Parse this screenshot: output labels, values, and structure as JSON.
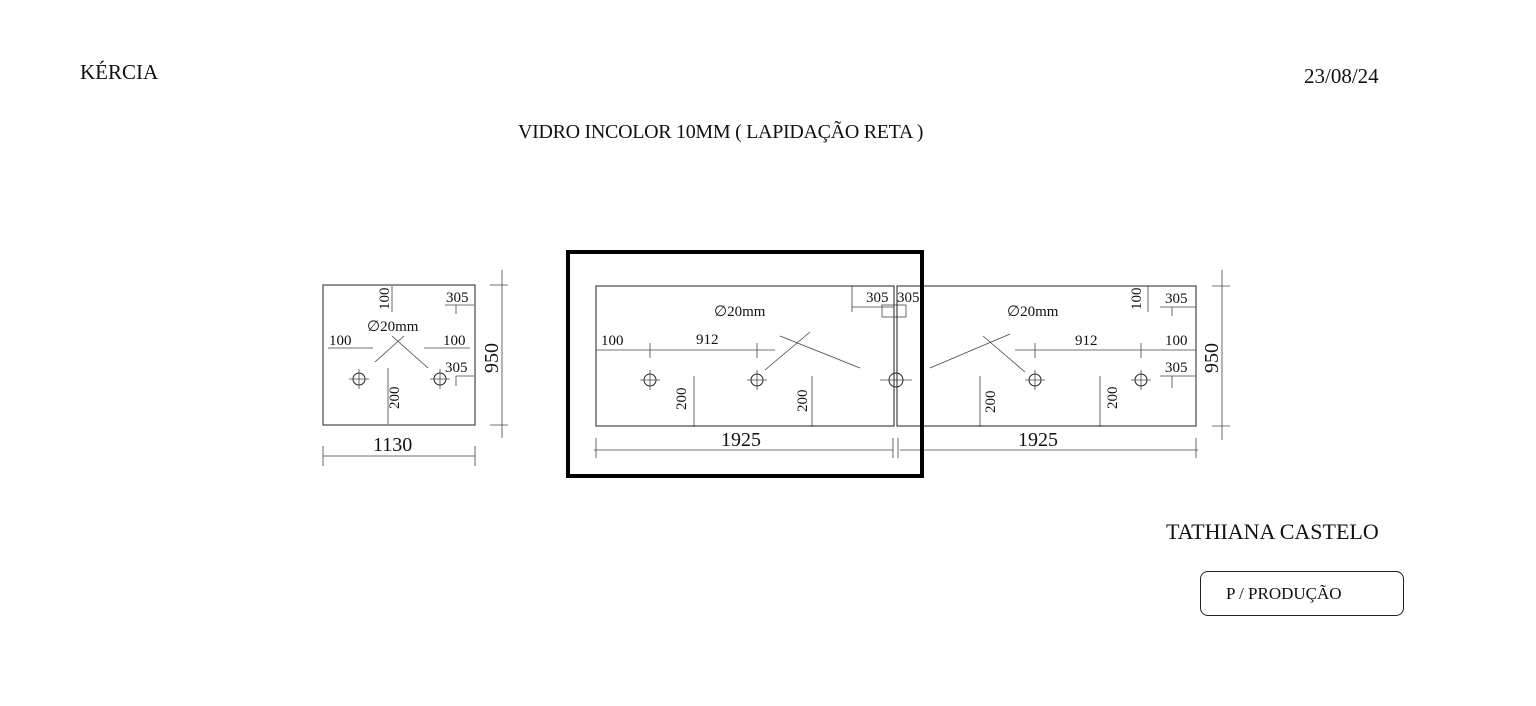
{
  "header": {
    "client": "KÉRCIA",
    "date": "23/08/24",
    "title": "VIDRO INCOLOR 10MM ( LAPIDAÇÃO RETA )"
  },
  "footer": {
    "signature": "TATHIANA CASTELO",
    "stamp": "P / PRODUÇÃO"
  },
  "panel_small": {
    "width": "1130",
    "height": "950",
    "hole_diameter": "∅20mm",
    "dims": [
      "100",
      "305",
      "100",
      "100",
      "305",
      "200"
    ]
  },
  "panel_left": {
    "width": "1925",
    "hole_diameter": "∅20mm",
    "dims": [
      "100",
      "912",
      "305",
      "200",
      "200"
    ]
  },
  "panel_right": {
    "width": "1925",
    "height": "950",
    "hole_diameter": "∅20mm",
    "dims": [
      "305",
      "100",
      "305",
      "912",
      "100",
      "305",
      "200",
      "200"
    ]
  }
}
